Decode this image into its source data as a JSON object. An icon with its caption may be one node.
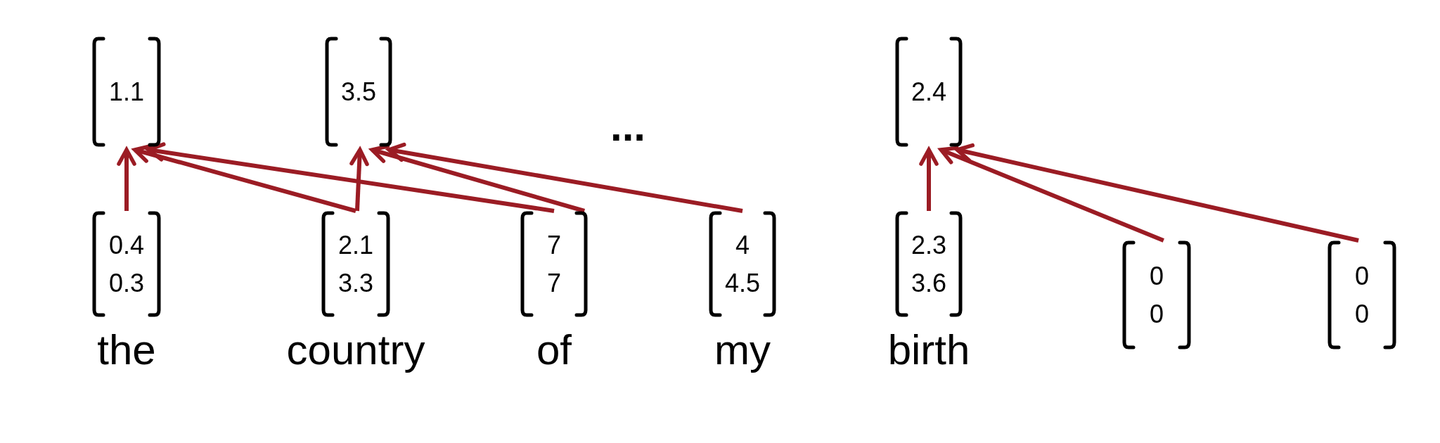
{
  "diagram": {
    "nodes": [
      {
        "text": [
          "1.1"
        ]
      },
      {
        "text": [
          "3.5"
        ]
      },
      {
        "text": [
          "2.4"
        ]
      },
      {
        "text": [
          "0.4",
          "0.3"
        ],
        "beside": [
          "the"
        ]
      },
      {
        "text": [
          "2.1",
          "3.3"
        ],
        "beside": [
          "country"
        ]
      },
      {
        "text": [
          "7",
          "7"
        ],
        "beside": [
          "of"
        ]
      },
      {
        "text": [
          "4",
          "4.5"
        ],
        "beside": [
          "my"
        ]
      },
      {
        "text": [
          "2.3",
          "3.6"
        ],
        "beside": [
          "birth"
        ]
      },
      {
        "text": [
          "0",
          "0"
        ]
      },
      {
        "text": [
          "0",
          "0"
        ]
      }
    ],
    "edges": [
      {
        "from": 3,
        "to": 0,
        "arrow": "to"
      },
      {
        "from": 4,
        "to": 0,
        "arrow": "to"
      },
      {
        "from": 5,
        "to": 0,
        "arrow": "to"
      },
      {
        "from": 4,
        "to": 1,
        "arrow": "to"
      },
      {
        "from": 5,
        "to": 1,
        "arrow": "to"
      },
      {
        "from": 6,
        "to": 1,
        "arrow": "to"
      },
      {
        "from": 7,
        "to": 2,
        "arrow": "to"
      },
      {
        "from": 8,
        "to": 2,
        "arrow": "to"
      },
      {
        "from": 9,
        "to": 2,
        "arrow": "to"
      }
    ],
    "labels": [
      "..."
    ]
  }
}
